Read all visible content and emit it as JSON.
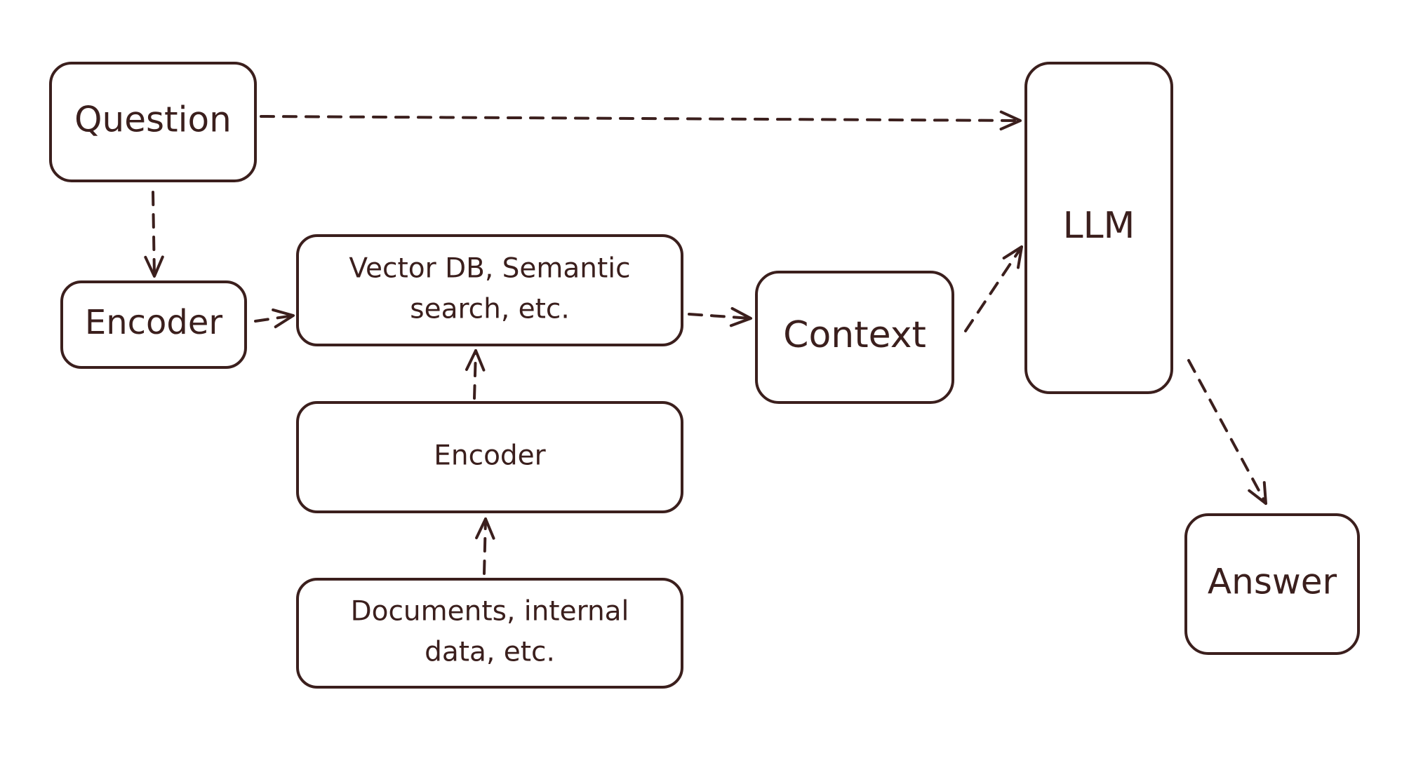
{
  "diagram": {
    "nodes": {
      "question": {
        "label_lines": [
          "Question"
        ]
      },
      "encoder_left": {
        "label_lines": [
          "Encoder"
        ]
      },
      "vector_db": {
        "label_lines": [
          "Vector DB, Semantic",
          "search, etc."
        ]
      },
      "encoder_mid": {
        "label_lines": [
          "Encoder"
        ]
      },
      "documents": {
        "label_lines": [
          "Documents, internal",
          "data, etc."
        ]
      },
      "context": {
        "label_lines": [
          "Context"
        ]
      },
      "llm": {
        "label_lines": [
          "LLM"
        ]
      },
      "answer": {
        "label_lines": [
          "Answer"
        ]
      }
    },
    "edges": [
      {
        "from": "question",
        "to": "llm"
      },
      {
        "from": "question",
        "to": "encoder_left"
      },
      {
        "from": "encoder_left",
        "to": "vector_db"
      },
      {
        "from": "documents",
        "to": "encoder_mid"
      },
      {
        "from": "encoder_mid",
        "to": "vector_db"
      },
      {
        "from": "vector_db",
        "to": "context"
      },
      {
        "from": "context",
        "to": "llm"
      },
      {
        "from": "llm",
        "to": "answer"
      }
    ],
    "colors": {
      "stroke": "#3b1f1d",
      "background": "#ffffff"
    }
  }
}
